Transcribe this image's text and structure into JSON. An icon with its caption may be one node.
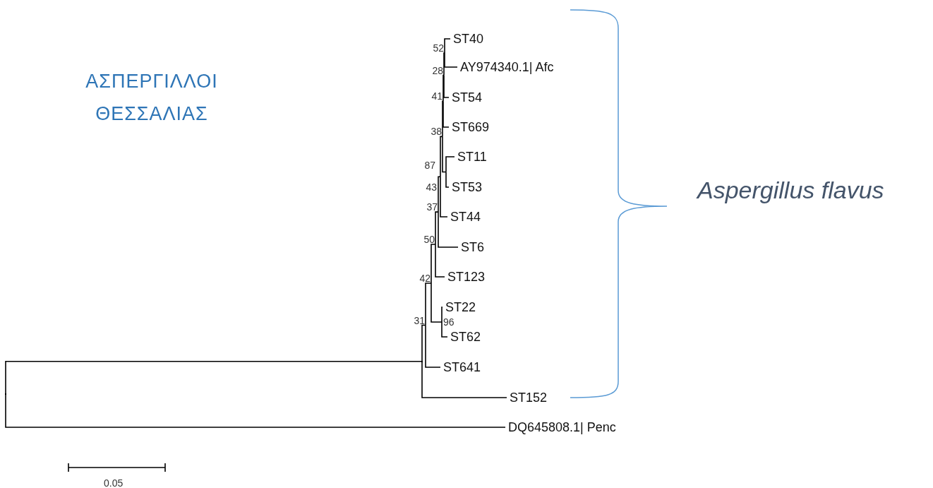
{
  "diagram": {
    "title": "ΑΣΠΕΡΓΙΛΛΟΙ ΘΕΣΣΑΛΙΑΣ",
    "nodes": [
      {
        "text": [
          "52"
        ]
      },
      {
        "text": [
          "ST40"
        ]
      },
      {
        "text": [
          "28"
        ]
      },
      {
        "text": [
          "AY974340.1| Afc"
        ]
      },
      {
        "text": [
          "41"
        ]
      },
      {
        "text": [
          "ST54"
        ]
      },
      {
        "text": [
          "38"
        ]
      },
      {
        "text": [
          "ST669"
        ]
      },
      {
        "text": [
          "87"
        ]
      },
      {
        "text": [
          "ST11"
        ]
      },
      {
        "text": [
          "43"
        ]
      },
      {
        "text": [
          "ST53"
        ]
      },
      {
        "text": [
          "37"
        ]
      },
      {
        "text": [
          "ST44"
        ]
      },
      {
        "text": [
          "50"
        ]
      },
      {
        "text": [
          "ST6"
        ]
      },
      {
        "text": [
          "42"
        ]
      },
      {
        "text": [
          "ST123"
        ]
      },
      {
        "text": [
          "31"
        ]
      },
      {
        "text": [
          "ST22"
        ]
      },
      {
        "text": [
          "96"
        ]
      },
      {
        "text": [
          "ST62"
        ]
      },
      {
        "text": [
          "ST641"
        ]
      },
      {
        "text": [],
        "shape": "point"
      },
      {
        "text": [],
        "shape": "point"
      },
      {
        "text": [
          "ST152"
        ]
      },
      {
        "text": [
          "DQ645808.1| Penc"
        ]
      }
    ],
    "edges": [
      {
        "from": 0,
        "to": 1,
        "arrow": "none"
      },
      {
        "from": 0,
        "to": 3,
        "arrow": "none"
      },
      {
        "from": 2,
        "to": 0,
        "arrow": "none"
      },
      {
        "from": 2,
        "to": 5,
        "arrow": "none"
      },
      {
        "from": 4,
        "to": 2,
        "arrow": "none"
      },
      {
        "from": 4,
        "to": 7,
        "arrow": "none"
      },
      {
        "from": 6,
        "to": 4,
        "arrow": "none"
      },
      {
        "from": 6,
        "to": 8,
        "arrow": "none"
      },
      {
        "from": 8,
        "to": 9,
        "arrow": "none"
      },
      {
        "from": 8,
        "to": 11,
        "arrow": "none"
      },
      {
        "from": 10,
        "to": 6,
        "arrow": "none"
      },
      {
        "from": 10,
        "to": 13,
        "arrow": "none"
      },
      {
        "from": 12,
        "to": 10,
        "arrow": "none"
      },
      {
        "from": 12,
        "to": 15,
        "arrow": "none"
      },
      {
        "from": 14,
        "to": 12,
        "arrow": "none"
      },
      {
        "from": 14,
        "to": 17,
        "arrow": "none"
      },
      {
        "from": 20,
        "to": 19,
        "arrow": "none"
      },
      {
        "from": 20,
        "to": 21,
        "arrow": "none"
      },
      {
        "from": 16,
        "to": 14,
        "arrow": "none"
      },
      {
        "from": 16,
        "to": 20,
        "arrow": "none"
      },
      {
        "from": 18,
        "to": 16,
        "arrow": "none"
      },
      {
        "from": 18,
        "to": 22,
        "arrow": "none"
      },
      {
        "from": 24,
        "to": 18,
        "arrow": "none"
      },
      {
        "from": 24,
        "to": 25,
        "arrow": "none"
      },
      {
        "from": 23,
        "to": 24,
        "arrow": "none"
      },
      {
        "from": 23,
        "to": 26,
        "arrow": "none"
      }
    ],
    "labels": [
      "Aspergillus flavus",
      "0.05"
    ]
  }
}
